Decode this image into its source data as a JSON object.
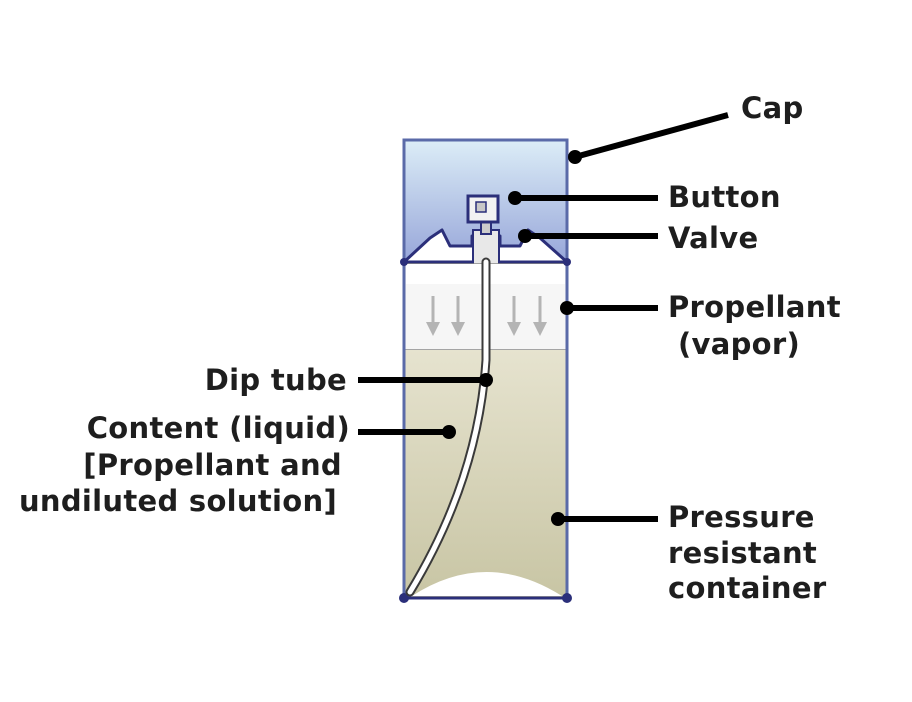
{
  "labels": {
    "cap": "Cap",
    "button": "Button",
    "valve": "Valve",
    "propellant_vapor_1": "Propellant",
    "propellant_vapor_2": "(vapor)",
    "dip_tube": "Dip tube",
    "content_1": "Content (liquid)",
    "content_2": "[Propellant and",
    "content_3": "undiluted solution]",
    "container_1": "Pressure",
    "container_2": "resistant",
    "container_3": "container"
  },
  "colors": {
    "outline": "#5a6aa8",
    "cap_top": "#d9ecf6",
    "cap_bottom": "#9aa9da",
    "liquid_top": "#e4e1cd",
    "liquid_bottom": "#c9c6a6",
    "leader": "#000000",
    "arrow": "#b4b4b4"
  }
}
